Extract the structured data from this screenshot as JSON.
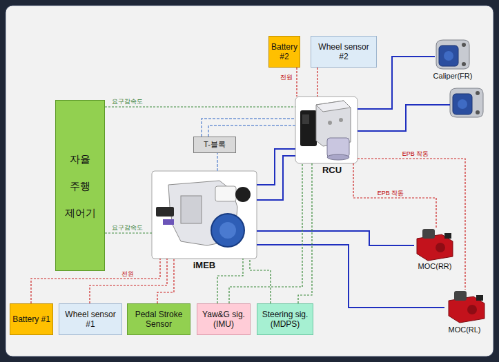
{
  "diagram": {
    "nodes": [
      {
        "text": [
          "Battery #2"
        ]
      },
      {
        "text": [
          "Wheel sensor #2"
        ]
      },
      {
        "text": [
          "Caliper(FR)"
        ]
      },
      {
        "text": [
          "자율 주행 제어기"
        ]
      },
      {
        "text": [
          "RCU"
        ]
      },
      {
        "text": [
          "T-블록"
        ]
      },
      {
        "text": [
          "iMEB"
        ]
      },
      {
        "text": [
          "MOC(RR)"
        ]
      },
      {
        "text": [
          "MOC(RL)"
        ]
      },
      {
        "text": [
          "Battery #1"
        ]
      },
      {
        "text": [
          "Wheel sensor #1"
        ]
      },
      {
        "text": [
          "Pedal Stroke Sensor"
        ]
      },
      {
        "text": [
          "Yaw&G sig. (IMU)"
        ]
      },
      {
        "text": [
          "Steering sig. (MDPS)"
        ]
      }
    ],
    "edges": [
      {
        "from": 3,
        "to": 4,
        "label": "요구감속도",
        "arrow": "none"
      },
      {
        "from": 3,
        "to": 6,
        "label": "요구감속도",
        "arrow": "none"
      },
      {
        "from": 0,
        "to": 4,
        "label": "전원",
        "arrow": "none"
      },
      {
        "from": 1,
        "to": 4,
        "arrow": "none"
      },
      {
        "from": 4,
        "to": 2,
        "arrow": "none"
      },
      {
        "from": 4,
        "to": 7,
        "label": "EPB 작동",
        "arrow": "none"
      },
      {
        "from": 4,
        "to": 8,
        "label": "EPB 작동",
        "arrow": "none"
      },
      {
        "from": 5,
        "to": 4,
        "arrow": "none"
      },
      {
        "from": 6,
        "to": 5,
        "arrow": "none"
      },
      {
        "from": 6,
        "to": 4,
        "arrow": "none"
      },
      {
        "from": 6,
        "to": 4,
        "arrow": "none"
      },
      {
        "from": 6,
        "to": 7,
        "arrow": "none"
      },
      {
        "from": 6,
        "to": 8,
        "arrow": "none"
      },
      {
        "from": 9,
        "to": 6,
        "label": "전원",
        "arrow": "none"
      },
      {
        "from": 10,
        "to": 6,
        "arrow": "none"
      },
      {
        "from": 11,
        "to": 6,
        "arrow": "none"
      },
      {
        "from": 12,
        "to": 6,
        "arrow": "none"
      },
      {
        "from": 13,
        "to": 6,
        "arrow": "none"
      },
      {
        "from": 12,
        "to": 4,
        "arrow": "none"
      },
      {
        "from": 13,
        "to": 4,
        "arrow": "none"
      }
    ]
  }
}
